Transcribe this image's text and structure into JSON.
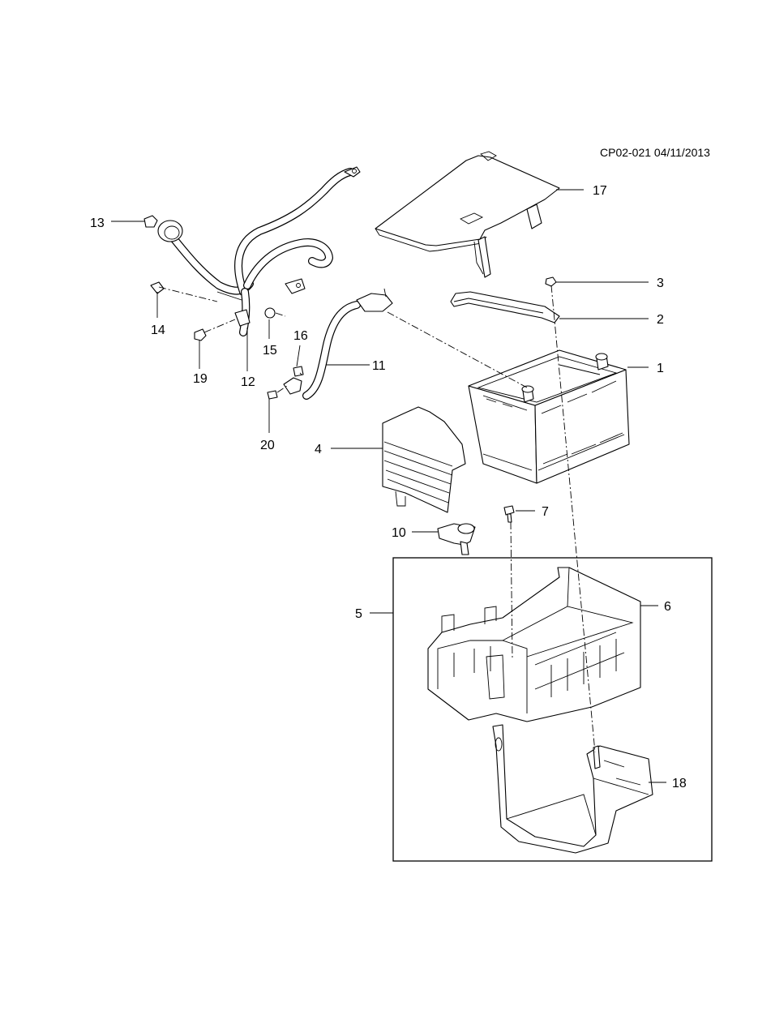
{
  "reference": "CP02-021 04/11/2013",
  "callouts": [
    {
      "id": "1",
      "text": "1"
    },
    {
      "id": "2",
      "text": "2"
    },
    {
      "id": "3",
      "text": "3"
    },
    {
      "id": "4",
      "text": "4"
    },
    {
      "id": "5",
      "text": "5"
    },
    {
      "id": "6",
      "text": "6"
    },
    {
      "id": "7",
      "text": "7"
    },
    {
      "id": "10",
      "text": "10"
    },
    {
      "id": "11",
      "text": "11"
    },
    {
      "id": "12",
      "text": "12"
    },
    {
      "id": "13",
      "text": "13"
    },
    {
      "id": "14",
      "text": "14"
    },
    {
      "id": "15",
      "text": "15"
    },
    {
      "id": "16",
      "text": "16"
    },
    {
      "id": "17",
      "text": "17"
    },
    {
      "id": "18",
      "text": "18"
    },
    {
      "id": "19",
      "text": "19"
    },
    {
      "id": "20",
      "text": "20"
    }
  ]
}
